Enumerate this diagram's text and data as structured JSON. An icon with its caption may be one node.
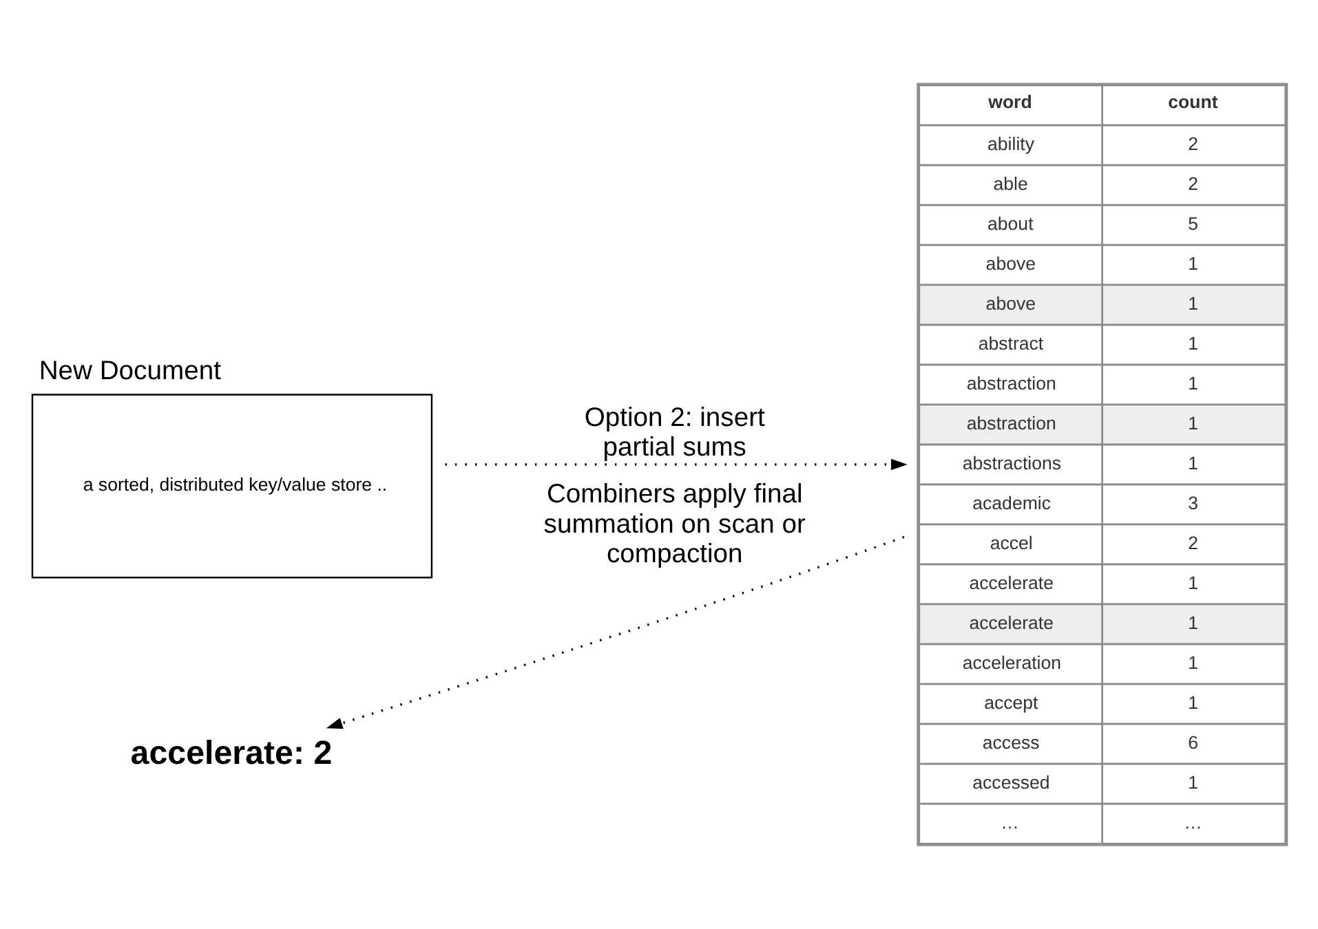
{
  "diagram": {
    "nodes": [
      {
        "text": [
          "New Document",
          "a sorted, distributed key/value store .."
        ]
      },
      {
        "text": [
          "word",
          "count",
          "ability",
          "2",
          "able",
          "2",
          "about",
          "5",
          "above",
          "1",
          "above",
          "1",
          "abstract",
          "1",
          "abstraction",
          "1",
          "abstraction",
          "1",
          "abstractions",
          "1",
          "academic",
          "3",
          "accel",
          "2",
          "accelerate",
          "1",
          "accelerate",
          "1",
          "acceleration",
          "1",
          "accept",
          "1",
          "access",
          "6",
          "accessed",
          "1",
          "…",
          "…"
        ]
      },
      {
        "text": [
          "accelerate: 2"
        ]
      }
    ],
    "edges": [
      {
        "from": 0,
        "to": 1,
        "arrow": "to",
        "style": "dashed",
        "label": "Option 2: insert partial sums"
      },
      {
        "from": 1,
        "to": 2,
        "arrow": "to",
        "style": "dashed",
        "label": "Combiners apply final summation on scan or compaction"
      }
    ]
  }
}
